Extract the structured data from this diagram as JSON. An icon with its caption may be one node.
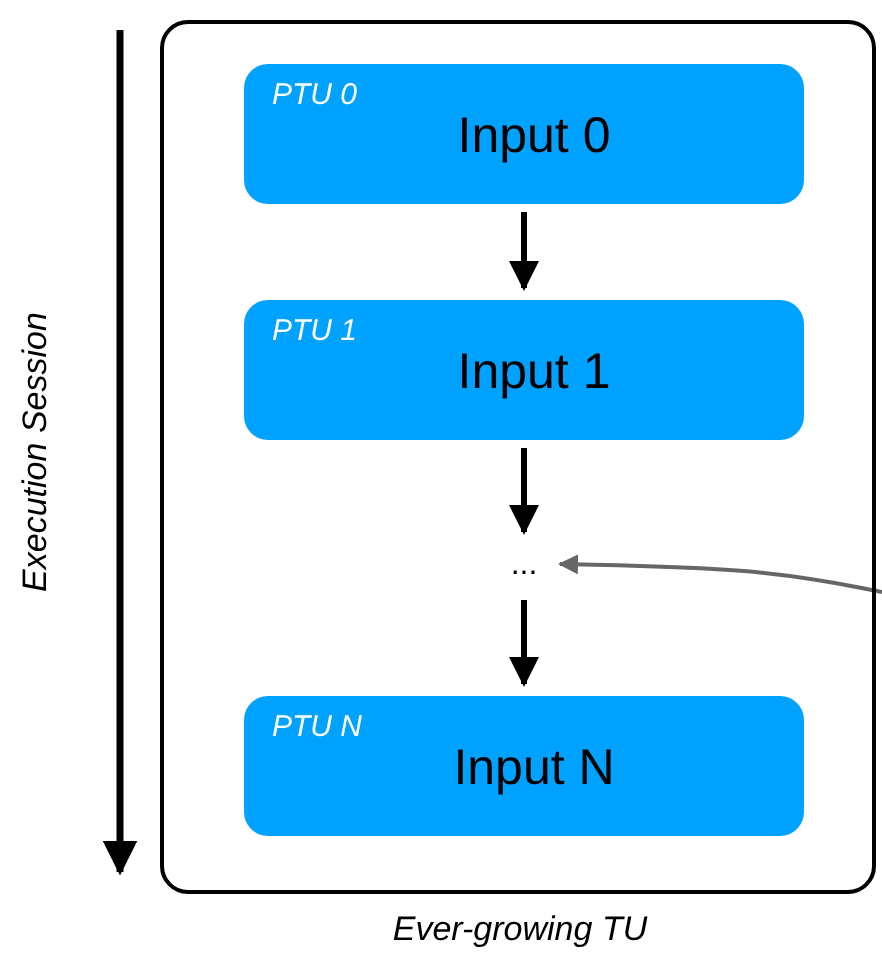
{
  "diagram": {
    "caption": "Ever-growing TU",
    "nodes": [
      {
        "text": [],
        "shape": "box"
      },
      {
        "text": [
          "PTU 0",
          "Input 0"
        ],
        "in": 0
      },
      {
        "text": [
          "PTU 1",
          "Input 1"
        ],
        "in": 0
      },
      {
        "text": [
          "..."
        ],
        "in": 0
      },
      {
        "text": [
          "PTU N",
          "Input N"
        ],
        "in": 0
      }
    ],
    "edges": [
      {
        "from": 1,
        "to": 2,
        "arrow": "to"
      },
      {
        "from": 2,
        "to": 3,
        "arrow": "to"
      },
      {
        "from": 3,
        "to": 4,
        "arrow": "to"
      },
      {
        "from": null,
        "to": 3,
        "arrow": "to",
        "color": "#666666"
      }
    ],
    "labels": [
      "Execution Session"
    ]
  }
}
